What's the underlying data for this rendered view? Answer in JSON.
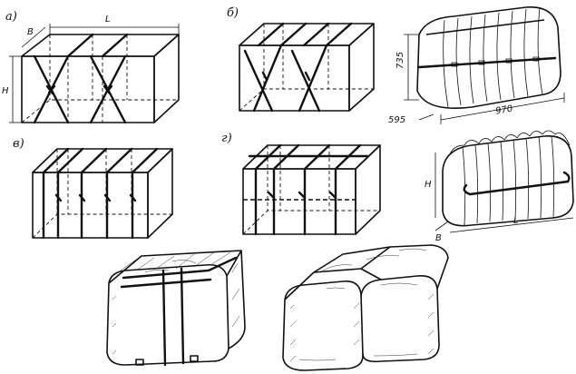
{
  "labels": {
    "a": "а)",
    "b": "б)",
    "v": "в)",
    "g": "г)"
  },
  "dimensions": {
    "fig_a_width": "B",
    "fig_a_length": "L",
    "fig_a_height": "H",
    "bale_height": "735",
    "bale_depth": "595",
    "bale_length": "970",
    "roll_height": "H",
    "roll_width": "B",
    "roll_length": "L"
  }
}
